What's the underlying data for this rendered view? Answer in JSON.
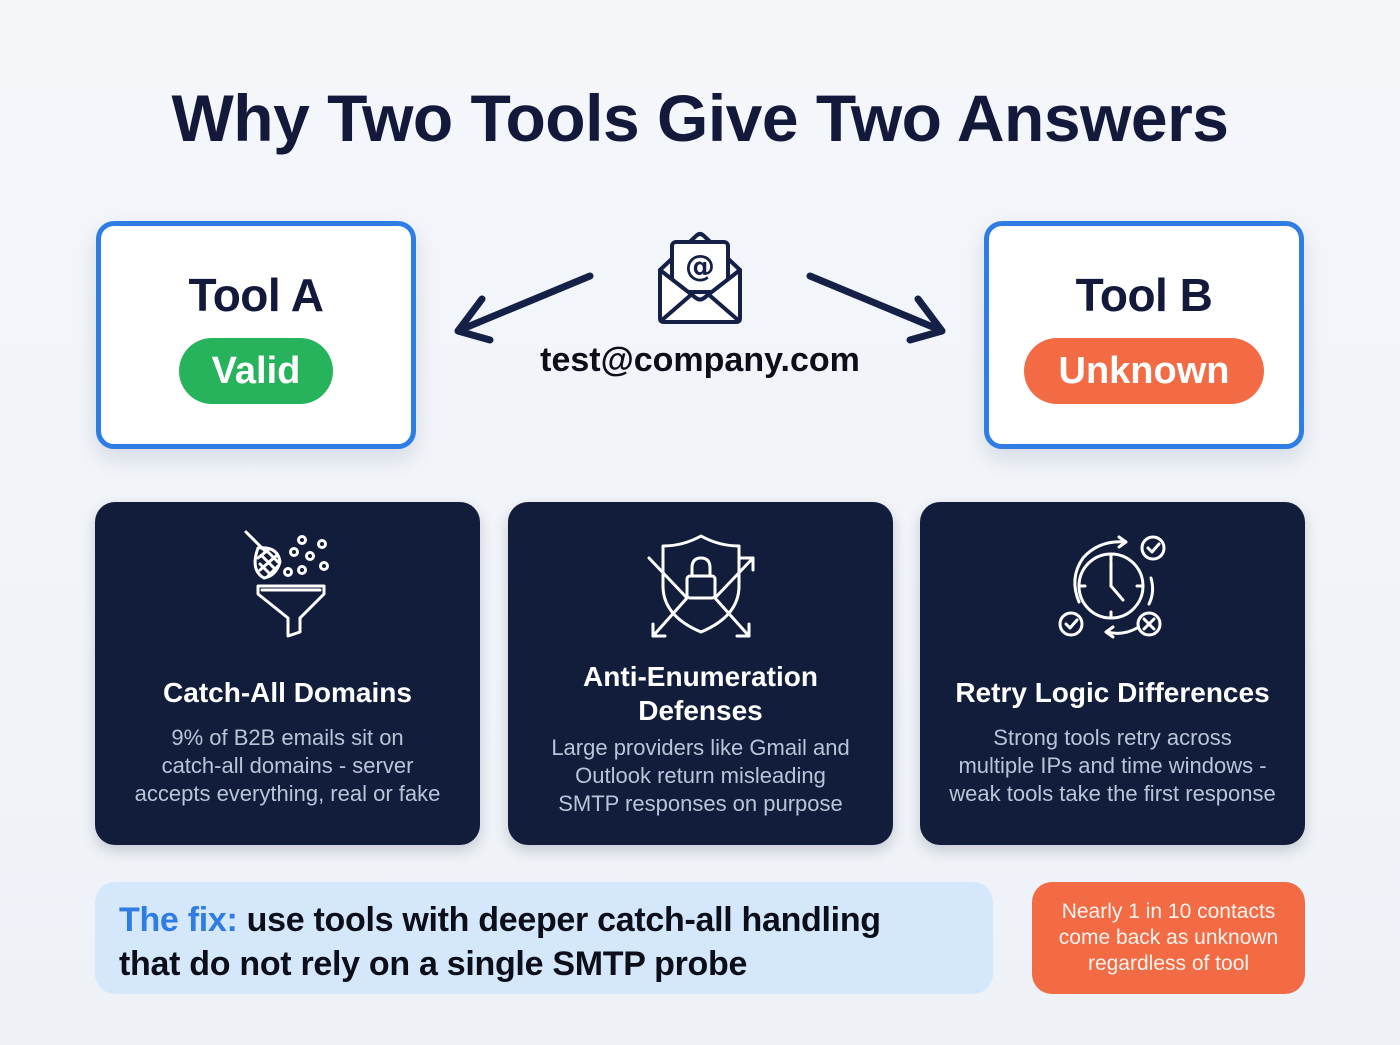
{
  "title": "Why Two Tools Give Two Answers",
  "email": {
    "address": "test@company.com",
    "icon": "envelope-at-icon"
  },
  "tools": [
    {
      "name": "Tool A",
      "status": "Valid",
      "status_color": "#26b35c"
    },
    {
      "name": "Tool B",
      "status": "Unknown",
      "status_color": "#f26b45"
    }
  ],
  "reasons": [
    {
      "icon": "net-funnel-icon",
      "title": "Catch-All Domains",
      "lines": [
        "9% of B2B emails sit on",
        "catch-all domains - server",
        "accepts everything, real or fake"
      ]
    },
    {
      "icon": "shield-lock-arrows-icon",
      "title_lines": [
        "Anti-Enumeration",
        "Defenses"
      ],
      "lines": [
        "Large providers like Gmail and",
        "Outlook return misleading",
        "SMTP responses on purpose"
      ]
    },
    {
      "icon": "clock-retry-icon",
      "title": "Retry Logic Differences",
      "lines": [
        "Strong tools retry across",
        "multiple IPs and time windows -",
        "weak tools take the first response"
      ]
    }
  ],
  "fix": {
    "label": "The fix:",
    "line1": "use tools with deeper catch-all handling",
    "line2": "that do not rely on a single SMTP probe"
  },
  "stat": {
    "lines": [
      "Nearly 1 in 10 contacts",
      "come back as unknown",
      "regardless of tool"
    ]
  },
  "colors": {
    "accent_blue": "#2f7de3",
    "valid_green": "#26b35c",
    "unknown_orange": "#f26b45",
    "card_navy": "#111d3a",
    "fix_bg": "#d4e7fb"
  }
}
